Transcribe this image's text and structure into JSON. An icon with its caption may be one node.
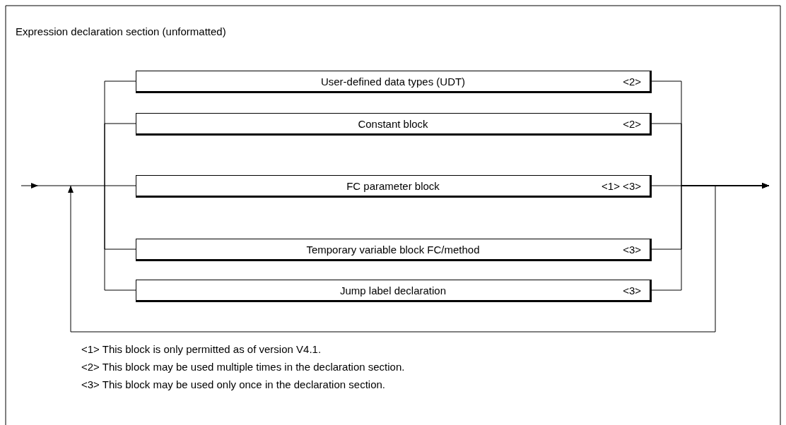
{
  "diagram": {
    "title": "Expression declaration section (unformatted)",
    "nodes": [
      {
        "text": [
          "User-defined data types (UDT)",
          "<2>"
        ]
      },
      {
        "text": [
          "Constant block",
          "<2>"
        ]
      },
      {
        "text": [
          "FC parameter block",
          "<1> <3>"
        ]
      },
      {
        "text": [
          "Temporary variable block FC/method",
          "<3>"
        ]
      },
      {
        "text": [
          "Jump label declaration",
          "<3>"
        ]
      }
    ],
    "edges": [
      {
        "from": null,
        "to": 0,
        "arrow": "none"
      },
      {
        "from": null,
        "to": 1,
        "arrow": "none"
      },
      {
        "from": null,
        "to": 2,
        "arrow": "none"
      },
      {
        "from": null,
        "to": 3,
        "arrow": "none"
      },
      {
        "from": null,
        "to": 4,
        "arrow": "none"
      },
      {
        "from": 0,
        "to": null,
        "arrow": "to"
      },
      {
        "from": 1,
        "to": null,
        "arrow": "to"
      },
      {
        "from": 2,
        "to": null,
        "arrow": "to"
      },
      {
        "from": 3,
        "to": null,
        "arrow": "to"
      },
      {
        "from": 4,
        "to": null,
        "arrow": "to"
      }
    ],
    "labels": [
      "<1> This block is only permitted as of version V4.1.",
      "<2> This block may be used multiple times in the declaration section.",
      "<3> This block may be used only once in the declaration section."
    ]
  }
}
